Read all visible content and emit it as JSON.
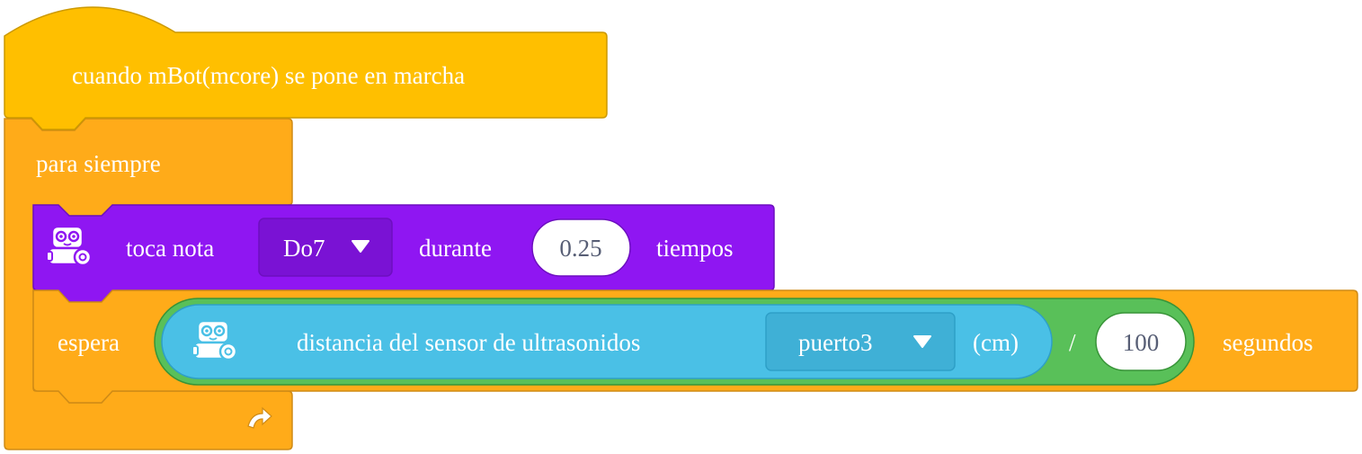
{
  "colors": {
    "events": "#ffbf00",
    "events_border": "#cc9900",
    "control": "#ffab19",
    "control_border": "#cf8b17",
    "sound": "#8f16f2",
    "sound_border": "#6d0fbf",
    "sensor": "#4ac0e6",
    "sensor_border": "#2e9fc7",
    "operator": "#59c059",
    "operator_border": "#389438",
    "field_bg": "#ffffff",
    "field_text": "#575e75"
  },
  "blocks": {
    "hat": {
      "label": "cuando mBot(mcore) se pone en marcha"
    },
    "forever": {
      "label": "para siempre",
      "loop_icon": "loop-arrow-icon"
    },
    "play_note": {
      "icon": "mbot-robot-icon",
      "label": "toca nota",
      "note_value": "Do7",
      "dropdown_icon": "triangle-down-icon",
      "middle_label": "durante",
      "beats_value": "0.25",
      "end_label": "tiempos"
    },
    "wait": {
      "label": "espera",
      "end_label": "segundos",
      "divide": {
        "operator": "/",
        "divisor_value": "100",
        "sensor": {
          "icon": "mbot-robot-icon",
          "label": "distancia del sensor de ultrasonidos",
          "port_value": "puerto3",
          "dropdown_icon": "triangle-down-icon",
          "unit_label": "(cm)"
        }
      }
    }
  }
}
